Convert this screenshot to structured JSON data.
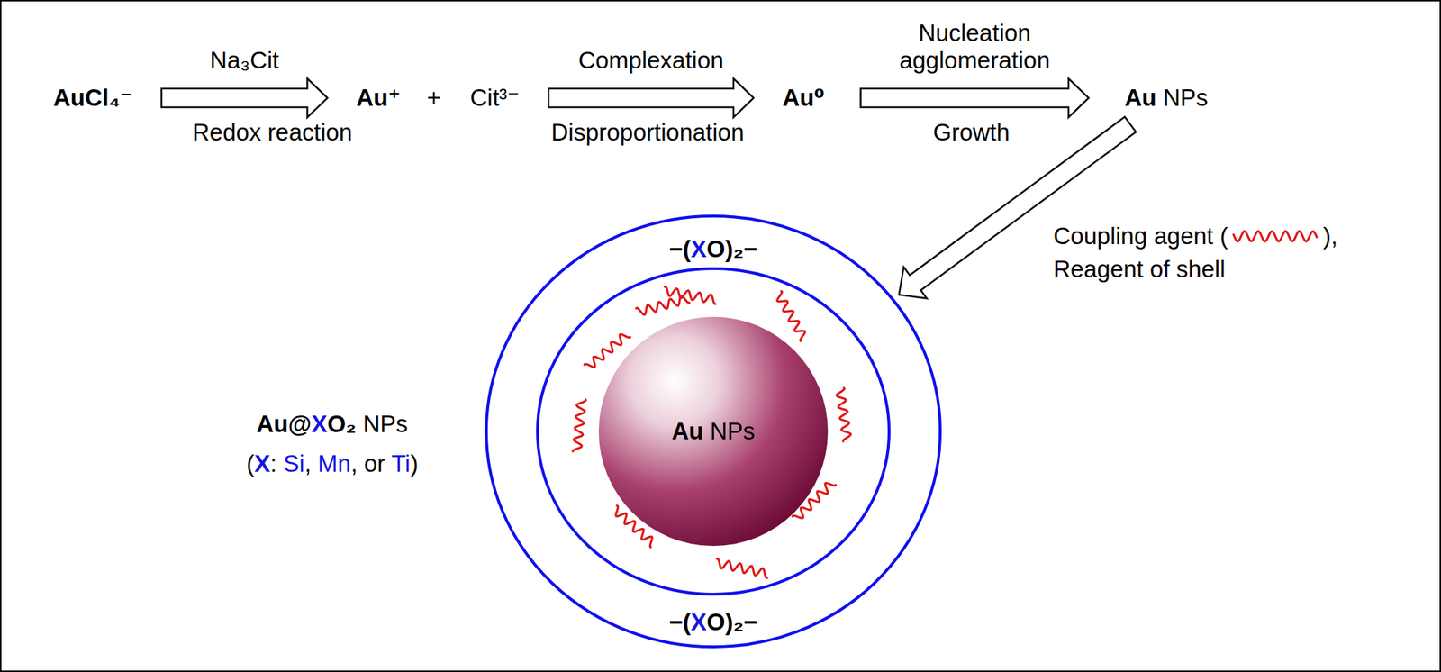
{
  "diagram": {
    "nodes": [
      {
        "text": [
          "AuCl₄⁻"
        ]
      },
      {
        "text": [
          "Au⁺"
        ]
      },
      {
        "text": [
          "Cit³⁻"
        ]
      },
      {
        "text": [
          "Au⁰"
        ]
      },
      {
        "text": [
          "Au NPs"
        ]
      },
      {
        "text": [
          "−(XO)₂−",
          "−(XO)₂−"
        ]
      },
      {
        "text": [
          "Au NPs"
        ],
        "in": 5
      }
    ],
    "edges": [
      {
        "from": 0,
        "to": 1,
        "arrow": "to",
        "label": "Na₃Cit"
      },
      {
        "from": 2,
        "to": 3,
        "arrow": "to",
        "label": "Complexation"
      },
      {
        "from": 3,
        "to": 4,
        "arrow": "to",
        "label": "Nucleation agglomeration"
      },
      {
        "from": 4,
        "to": 5,
        "arrow": "to"
      }
    ],
    "labels": [
      "Redox reaction",
      "+",
      "Disproportionation",
      "Growth",
      "Coupling agent (",
      "),",
      "Reagent of shell",
      "Au@XO₂ NPs",
      "(X: Si, Mn, or Ti)"
    ]
  }
}
